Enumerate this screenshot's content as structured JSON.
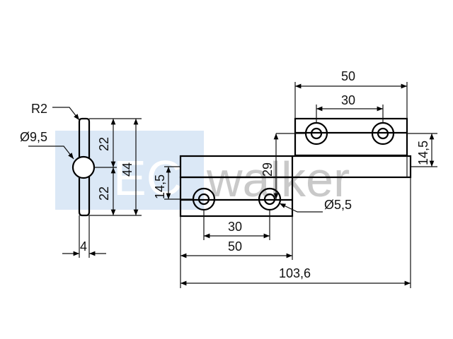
{
  "watermark": {
    "text_a": "EC",
    "text_b": "walker",
    "color_box": "#dbe8f6",
    "color_text": "#c7c7c7"
  },
  "colors": {
    "line": "#000000",
    "background": "#ffffff"
  },
  "dimensions": {
    "radius": "R2",
    "pin_diameter": "Ø9,5",
    "half_height_top": "22",
    "half_height_bottom": "22",
    "total_height": "44",
    "thickness": "4",
    "top_leaf_width": "50",
    "top_hole_spacing": "30",
    "right_offset": "14,5",
    "vertical_29": "29",
    "left_offset": "14,5",
    "hole_diameter": "Ø5,5",
    "bottom_hole_spacing": "30",
    "bottom_leaf_width": "50",
    "overall_length": "103,6"
  }
}
